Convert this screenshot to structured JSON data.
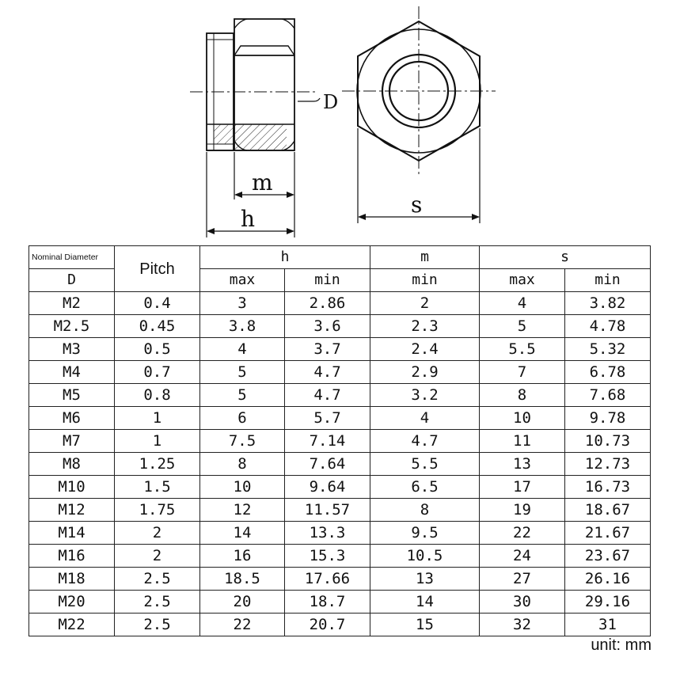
{
  "drawing": {
    "label_D": "D",
    "label_m": "m",
    "label_h": "h",
    "label_s": "s"
  },
  "table": {
    "header": {
      "nominal_diameter": "Nominal Diameter",
      "D": "D",
      "pitch": "Pitch",
      "h": "h",
      "m": "m",
      "s": "s",
      "h_max": "max",
      "h_min": "min",
      "m_min": "min",
      "s_max": "max",
      "s_min": "min"
    },
    "rows": [
      {
        "d": "M2",
        "pitch": "0.4",
        "h_max": "3",
        "h_min": "2.86",
        "m_min": "2",
        "s_max": "4",
        "s_min": "3.82"
      },
      {
        "d": "M2.5",
        "pitch": "0.45",
        "h_max": "3.8",
        "h_min": "3.6",
        "m_min": "2.3",
        "s_max": "5",
        "s_min": "4.78"
      },
      {
        "d": "M3",
        "pitch": "0.5",
        "h_max": "4",
        "h_min": "3.7",
        "m_min": "2.4",
        "s_max": "5.5",
        "s_min": "5.32"
      },
      {
        "d": "M4",
        "pitch": "0.7",
        "h_max": "5",
        "h_min": "4.7",
        "m_min": "2.9",
        "s_max": "7",
        "s_min": "6.78"
      },
      {
        "d": "M5",
        "pitch": "0.8",
        "h_max": "5",
        "h_min": "4.7",
        "m_min": "3.2",
        "s_max": "8",
        "s_min": "7.68"
      },
      {
        "d": "M6",
        "pitch": "1",
        "h_max": "6",
        "h_min": "5.7",
        "m_min": "4",
        "s_max": "10",
        "s_min": "9.78"
      },
      {
        "d": "M7",
        "pitch": "1",
        "h_max": "7.5",
        "h_min": "7.14",
        "m_min": "4.7",
        "s_max": "11",
        "s_min": "10.73"
      },
      {
        "d": "M8",
        "pitch": "1.25",
        "h_max": "8",
        "h_min": "7.64",
        "m_min": "5.5",
        "s_max": "13",
        "s_min": "12.73"
      },
      {
        "d": "M10",
        "pitch": "1.5",
        "h_max": "10",
        "h_min": "9.64",
        "m_min": "6.5",
        "s_max": "17",
        "s_min": "16.73"
      },
      {
        "d": "M12",
        "pitch": "1.75",
        "h_max": "12",
        "h_min": "11.57",
        "m_min": "8",
        "s_max": "19",
        "s_min": "18.67"
      },
      {
        "d": "M14",
        "pitch": "2",
        "h_max": "14",
        "h_min": "13.3",
        "m_min": "9.5",
        "s_max": "22",
        "s_min": "21.67"
      },
      {
        "d": "M16",
        "pitch": "2",
        "h_max": "16",
        "h_min": "15.3",
        "m_min": "10.5",
        "s_max": "24",
        "s_min": "23.67"
      },
      {
        "d": "M18",
        "pitch": "2.5",
        "h_max": "18.5",
        "h_min": "17.66",
        "m_min": "13",
        "s_max": "27",
        "s_min": "26.16"
      },
      {
        "d": "M20",
        "pitch": "2.5",
        "h_max": "20",
        "h_min": "18.7",
        "m_min": "14",
        "s_max": "30",
        "s_min": "29.16"
      },
      {
        "d": "M22",
        "pitch": "2.5",
        "h_max": "22",
        "h_min": "20.7",
        "m_min": "15",
        "s_max": "32",
        "s_min": "31"
      }
    ]
  },
  "unit_label": "unit: mm"
}
